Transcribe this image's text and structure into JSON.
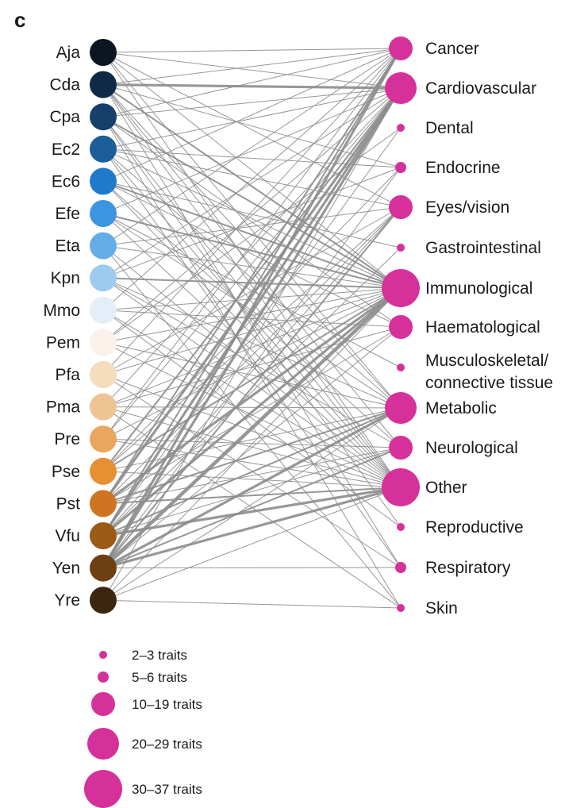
{
  "panel_label": "c",
  "sources": [
    {
      "name": "Aja",
      "color": "#0b1622"
    },
    {
      "name": "Cda",
      "color": "#0f2a47"
    },
    {
      "name": "Cpa",
      "color": "#163f6c"
    },
    {
      "name": "Ec2",
      "color": "#1b5e9a"
    },
    {
      "name": "Ec6",
      "color": "#1f7acb"
    },
    {
      "name": "Efe",
      "color": "#3c95de"
    },
    {
      "name": "Eta",
      "color": "#65ade6"
    },
    {
      "name": "Kpn",
      "color": "#9ccbef"
    },
    {
      "name": "Mmo",
      "color": "#e3eef9"
    },
    {
      "name": "Pem",
      "color": "#fbf1e8"
    },
    {
      "name": "Pfa",
      "color": "#f4dcbd"
    },
    {
      "name": "Pma",
      "color": "#eec592"
    },
    {
      "name": "Pre",
      "color": "#eaa65e"
    },
    {
      "name": "Pse",
      "color": "#e68f33"
    },
    {
      "name": "Pst",
      "color": "#cf7420"
    },
    {
      "name": "Vfu",
      "color": "#9c5a17"
    },
    {
      "name": "Yen",
      "color": "#6e3f12"
    },
    {
      "name": "Yre",
      "color": "#3d2610"
    }
  ],
  "targets": [
    {
      "name": "Cancer",
      "size_class": 2
    },
    {
      "name": "Cardiovascular",
      "size_class": 3
    },
    {
      "name": "Dental",
      "size_class": 0
    },
    {
      "name": "Endocrine",
      "size_class": 1
    },
    {
      "name": "Eyes/vision",
      "size_class": 2
    },
    {
      "name": "Gastrointestinal",
      "size_class": 0
    },
    {
      "name": "Immunological",
      "size_class": 4
    },
    {
      "name": "Haematological",
      "size_class": 2
    },
    {
      "name": "Musculoskeletal/",
      "name2": "connective tissue",
      "size_class": 0
    },
    {
      "name": "Metabolic",
      "size_class": 3
    },
    {
      "name": "Neurological",
      "size_class": 2
    },
    {
      "name": "Other",
      "size_class": 4
    },
    {
      "name": "Reproductive",
      "size_class": 0
    },
    {
      "name": "Respiratory",
      "size_class": 1
    },
    {
      "name": "Skin",
      "size_class": 0
    }
  ],
  "target_color": "#d6309a",
  "edge_color": "#8c8c8c",
  "legend": [
    {
      "label": "2–3 traits"
    },
    {
      "label": "5–6 traits"
    },
    {
      "label": "10–19 traits"
    },
    {
      "label": "20–29 traits"
    },
    {
      "label": "30–37 traits"
    }
  ],
  "edges": [
    [
      0,
      0,
      1
    ],
    [
      0,
      1,
      1
    ],
    [
      0,
      6,
      1
    ],
    [
      0,
      11,
      1
    ],
    [
      0,
      9,
      1
    ],
    [
      0,
      4,
      1
    ],
    [
      1,
      1,
      3
    ],
    [
      1,
      0,
      1
    ],
    [
      1,
      6,
      2
    ],
    [
      1,
      11,
      1
    ],
    [
      1,
      9,
      1
    ],
    [
      1,
      3,
      1
    ],
    [
      1,
      10,
      1
    ],
    [
      1,
      13,
      1
    ],
    [
      2,
      0,
      1
    ],
    [
      2,
      6,
      2
    ],
    [
      2,
      11,
      1
    ],
    [
      2,
      1,
      1
    ],
    [
      2,
      7,
      1
    ],
    [
      2,
      14,
      1
    ],
    [
      2,
      12,
      1
    ],
    [
      3,
      1,
      1
    ],
    [
      3,
      3,
      1
    ],
    [
      3,
      6,
      1
    ],
    [
      3,
      9,
      1
    ],
    [
      3,
      11,
      1
    ],
    [
      3,
      13,
      1
    ],
    [
      3,
      4,
      1
    ],
    [
      4,
      0,
      1
    ],
    [
      4,
      6,
      2
    ],
    [
      4,
      11,
      1
    ],
    [
      4,
      10,
      1
    ],
    [
      4,
      7,
      1
    ],
    [
      4,
      5,
      1
    ],
    [
      5,
      1,
      1
    ],
    [
      5,
      6,
      2
    ],
    [
      5,
      9,
      1
    ],
    [
      5,
      11,
      1
    ],
    [
      5,
      8,
      1
    ],
    [
      6,
      0,
      1
    ],
    [
      6,
      6,
      1
    ],
    [
      6,
      11,
      1
    ],
    [
      6,
      4,
      1
    ],
    [
      6,
      14,
      1
    ],
    [
      7,
      1,
      1
    ],
    [
      7,
      6,
      2
    ],
    [
      7,
      9,
      1
    ],
    [
      7,
      11,
      1
    ],
    [
      7,
      3,
      1
    ],
    [
      7,
      10,
      1
    ],
    [
      8,
      0,
      1
    ],
    [
      8,
      6,
      1
    ],
    [
      8,
      11,
      1
    ],
    [
      8,
      7,
      1
    ],
    [
      8,
      12,
      1
    ],
    [
      9,
      1,
      1
    ],
    [
      9,
      6,
      1
    ],
    [
      9,
      9,
      1
    ],
    [
      9,
      11,
      1
    ],
    [
      9,
      2,
      1
    ],
    [
      10,
      0,
      1
    ],
    [
      10,
      4,
      1
    ],
    [
      10,
      6,
      1
    ],
    [
      10,
      11,
      1
    ],
    [
      10,
      13,
      1
    ],
    [
      11,
      1,
      1
    ],
    [
      11,
      6,
      1
    ],
    [
      11,
      9,
      1
    ],
    [
      11,
      11,
      1
    ],
    [
      11,
      7,
      1
    ],
    [
      11,
      14,
      1
    ],
    [
      12,
      0,
      1
    ],
    [
      12,
      1,
      1
    ],
    [
      12,
      6,
      1
    ],
    [
      12,
      11,
      1
    ],
    [
      12,
      10,
      1
    ],
    [
      13,
      1,
      2
    ],
    [
      13,
      6,
      2
    ],
    [
      13,
      9,
      1
    ],
    [
      13,
      11,
      1
    ],
    [
      13,
      4,
      1
    ],
    [
      13,
      3,
      1
    ],
    [
      14,
      0,
      2
    ],
    [
      14,
      1,
      3
    ],
    [
      14,
      6,
      3
    ],
    [
      14,
      9,
      2
    ],
    [
      14,
      11,
      2
    ],
    [
      14,
      4,
      1
    ],
    [
      14,
      7,
      1
    ],
    [
      14,
      10,
      1
    ],
    [
      15,
      1,
      3
    ],
    [
      15,
      6,
      3
    ],
    [
      15,
      9,
      2
    ],
    [
      15,
      11,
      3
    ],
    [
      15,
      0,
      2
    ],
    [
      15,
      4,
      1
    ],
    [
      15,
      10,
      1
    ],
    [
      15,
      2,
      1
    ],
    [
      15,
      5,
      1
    ],
    [
      16,
      0,
      3
    ],
    [
      16,
      1,
      3
    ],
    [
      16,
      6,
      4
    ],
    [
      16,
      9,
      3
    ],
    [
      16,
      11,
      3
    ],
    [
      16,
      4,
      2
    ],
    [
      16,
      7,
      1
    ],
    [
      16,
      10,
      2
    ],
    [
      16,
      13,
      1
    ],
    [
      16,
      3,
      1
    ],
    [
      17,
      6,
      1
    ],
    [
      17,
      11,
      1
    ],
    [
      17,
      1,
      1
    ],
    [
      17,
      9,
      1
    ],
    [
      17,
      14,
      1
    ]
  ]
}
